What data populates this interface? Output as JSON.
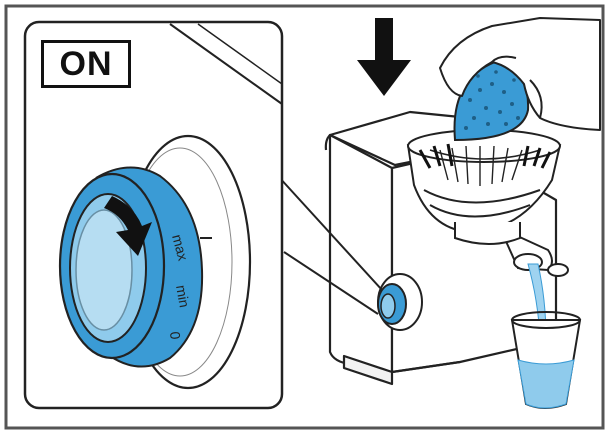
{
  "badge": {
    "label": "ON"
  },
  "dial": {
    "labels": [
      "max",
      "min",
      "0"
    ]
  },
  "colors": {
    "accent_blue": "#3a9bd5",
    "light_blue": "#8fcbec",
    "juice_blue": "#9fd3f0",
    "outline": "#222222",
    "frame": "#555555"
  },
  "icons": {
    "press_arrow": "down-arrow-icon",
    "rotate_arrow": "curved-arrow-icon"
  }
}
